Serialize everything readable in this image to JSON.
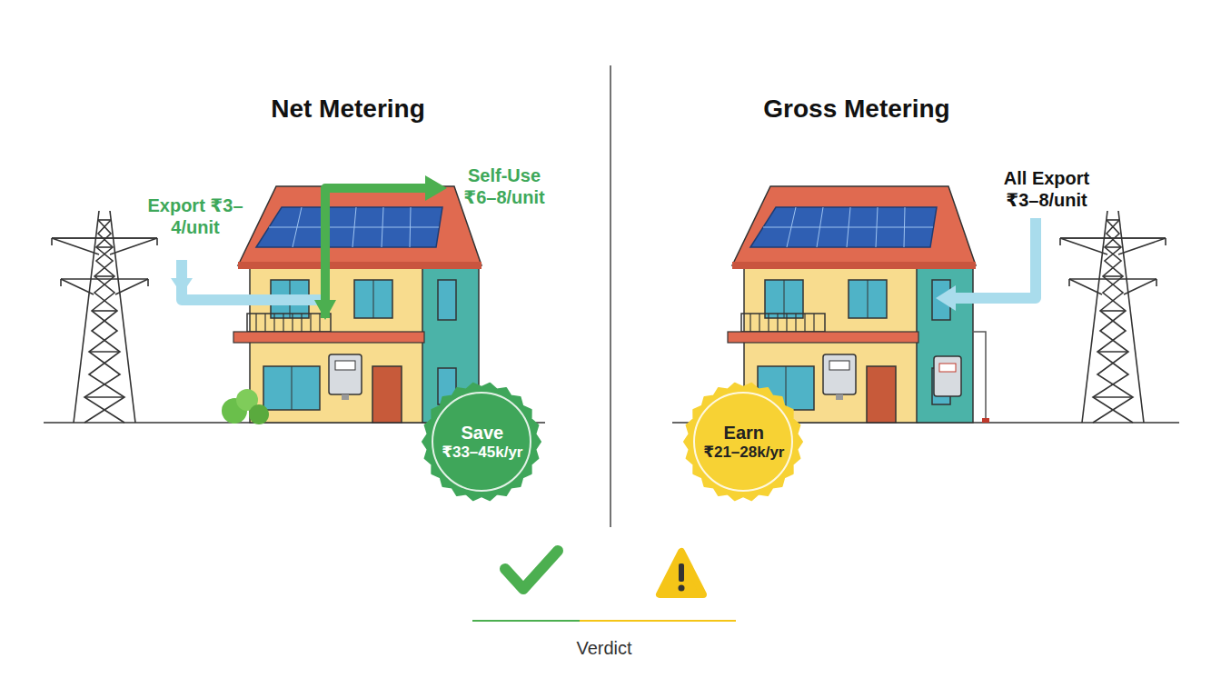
{
  "diagram": {
    "nodes": [
      {
        "text": [
          "Save",
          "₹33–45k/yr"
        ]
      },
      {
        "text": [
          "Earn",
          "₹21–28k/yr"
        ]
      }
    ],
    "labels": [
      "Net Metering",
      "Gross Metering",
      "Export ₹3–4/unit",
      "Self-Use ₹6–8/unit",
      "All Export ₹3–8/unit",
      "Verdict"
    ]
  }
}
